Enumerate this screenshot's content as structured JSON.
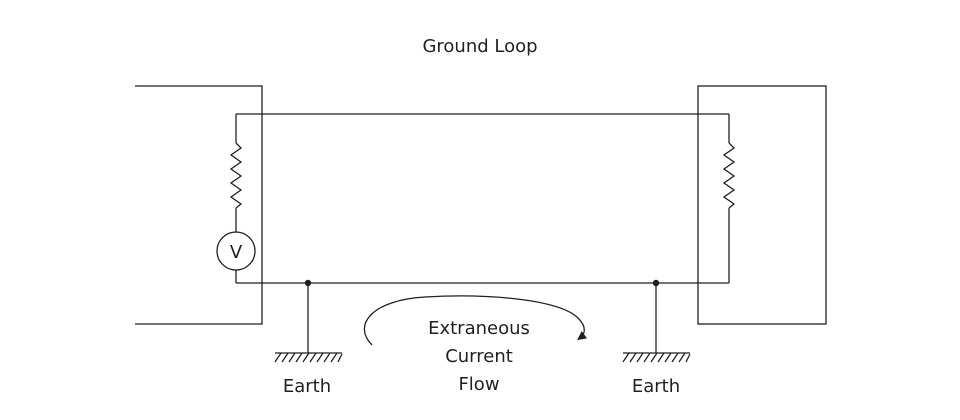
{
  "title": "Ground Loop",
  "left_earth_label": "Earth",
  "right_earth_label": "Earth",
  "voltage_source_symbol": "V",
  "flow_label": {
    "line1": "Extraneous",
    "line2": "Current",
    "line3": "Flow"
  },
  "colors": {
    "ink": "#231f20",
    "background": "#ffffff"
  }
}
